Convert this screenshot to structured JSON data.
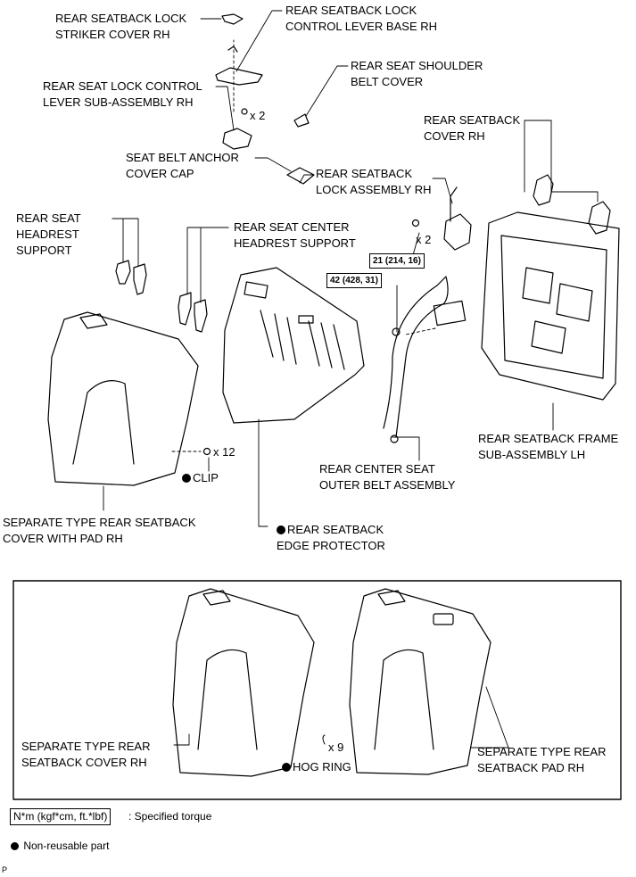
{
  "labels": {
    "striker_cover": [
      "REAR SEATBACK LOCK",
      "STRIKER COVER RH"
    ],
    "lever_base": [
      "REAR SEATBACK LOCK",
      "CONTROL LEVER BASE RH"
    ],
    "shoulder_belt_cover": [
      "REAR SEAT SHOULDER",
      "BELT COVER"
    ],
    "lock_lever": [
      "REAR SEAT LOCK CONTROL",
      "LEVER SUB-ASSEMBLY RH"
    ],
    "seatback_cover": [
      "REAR SEATBACK",
      "COVER RH"
    ],
    "anchor_cap": [
      "SEAT BELT ANCHOR",
      "COVER CAP"
    ],
    "lock_assembly": [
      "REAR SEATBACK",
      "LOCK ASSEMBLY RH"
    ],
    "headrest_support": [
      "REAR SEAT",
      "HEADREST",
      "SUPPORT"
    ],
    "center_headrest": [
      "REAR SEAT CENTER",
      "HEADREST SUPPORT"
    ],
    "frame": [
      "REAR SEATBACK FRAME",
      "SUB-ASSEMBLY LH"
    ],
    "center_belt": [
      "REAR CENTER SEAT",
      "OUTER BELT ASSEMBLY"
    ],
    "clip": "CLIP",
    "cover_with_pad": [
      "SEPARATE TYPE REAR SEATBACK",
      "COVER WITH PAD RH"
    ],
    "edge_protector": [
      "REAR SEATBACK",
      "EDGE PROTECTOR"
    ],
    "inset_cover": [
      "SEPARATE TYPE REAR",
      "SEATBACK COVER RH"
    ],
    "hog_ring": "HOG RING",
    "inset_pad": [
      "SEPARATE TYPE REAR",
      "SEATBACK PAD RH"
    ]
  },
  "quantities": {
    "lever_screws": "x 2",
    "lock_bolts": "x 2",
    "clips": "x 12",
    "hog_rings": "x 9"
  },
  "torques": {
    "lock_bolt": "21 (214, 16)",
    "belt_anchor": "42 (428, 31)"
  },
  "legend": {
    "torque_box": "N*m (kgf*cm, ft.*lbf)",
    "torque_text": ": Specified torque",
    "non_reusable": "Non-reusable part"
  },
  "footer_code": "P"
}
